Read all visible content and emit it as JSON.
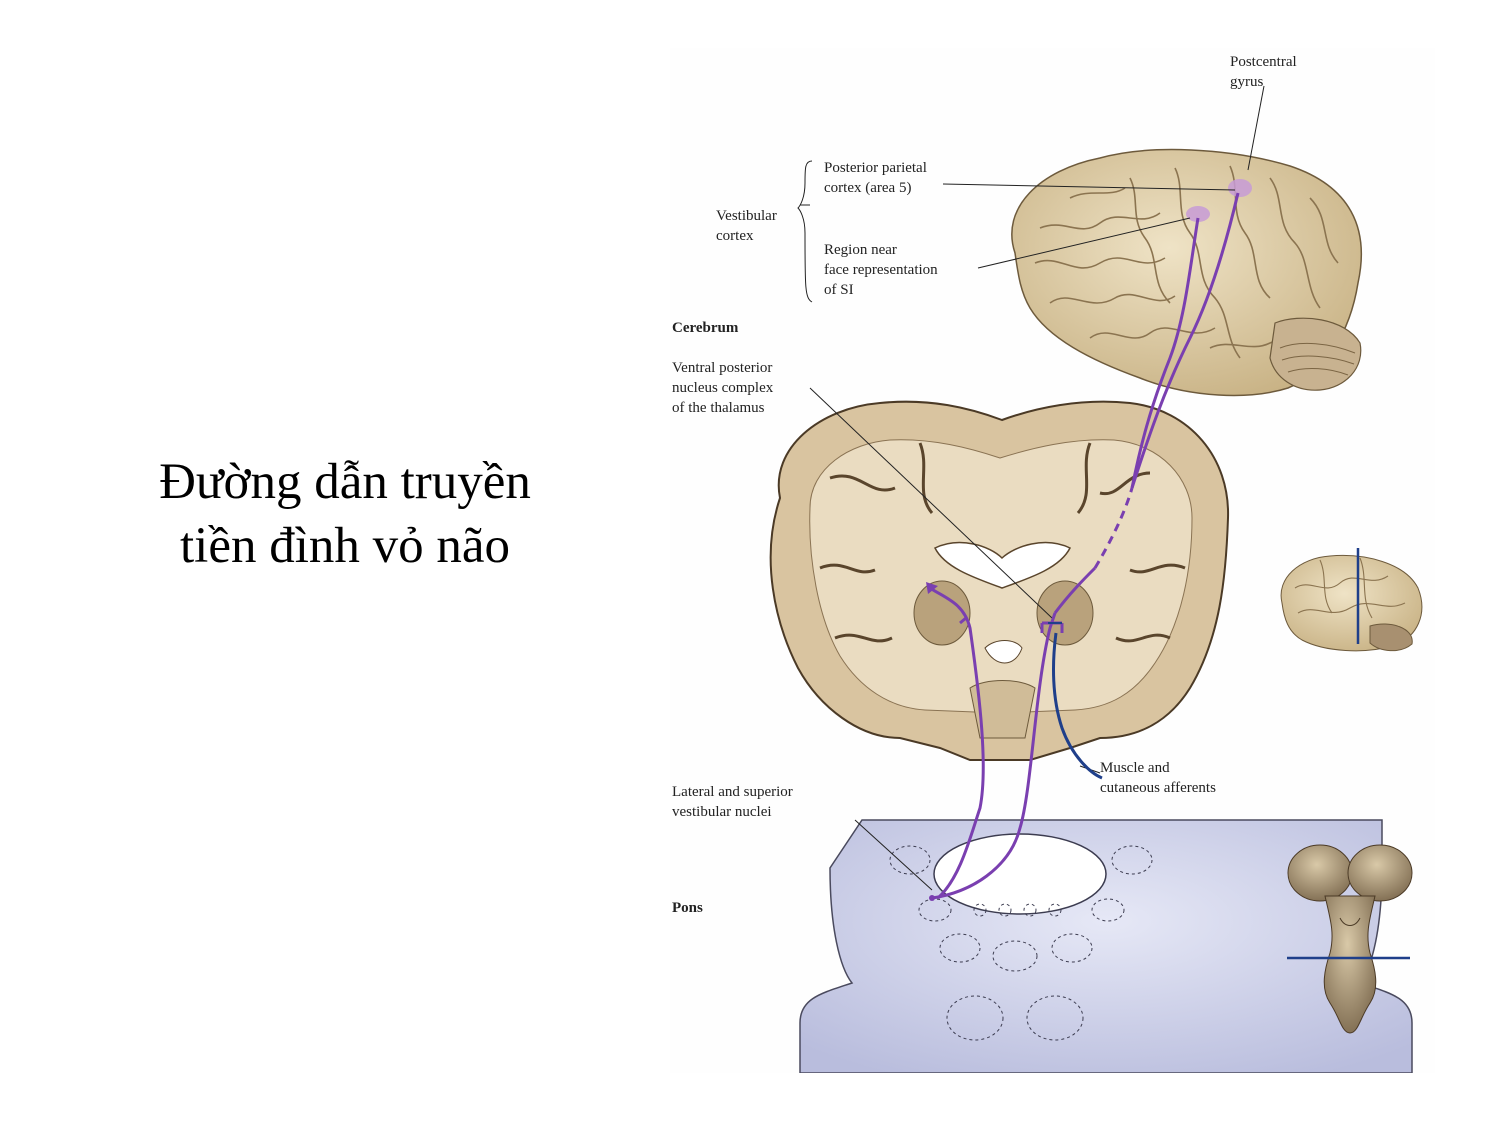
{
  "slide": {
    "title_lines": [
      "Đường dẫn truyền",
      "tiền đình vỏ não"
    ]
  },
  "figure": {
    "labels": {
      "postcentral": [
        "Postcentral",
        "gyrus"
      ],
      "posterior_parietal": [
        "Posterior parietal",
        "cortex (area 5)"
      ],
      "vestibular_cortex": [
        "Vestibular",
        "cortex"
      ],
      "region_near": [
        "Region near",
        "face representation",
        "of SI"
      ],
      "cerebrum": "Cerebrum",
      "ventral_posterior": [
        "Ventral posterior",
        "nucleus complex",
        "of the thalamus"
      ],
      "muscle": [
        "Muscle and",
        "cutaneous afferents"
      ],
      "lateral_superior": [
        "Lateral and superior",
        "vestibular nuclei"
      ],
      "pons": "Pons"
    },
    "colors": {
      "pathway": "#7a3fb0",
      "afferent": "#1f3f8a",
      "brain_fill": "#e2d2b0",
      "pons_fill": "#d6d9ee"
    }
  }
}
